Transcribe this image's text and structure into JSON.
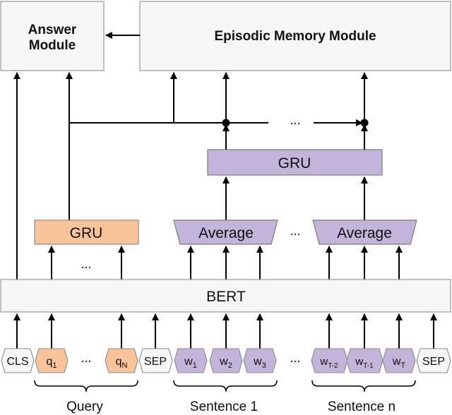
{
  "modules": {
    "answer_line1": "Answer",
    "answer_line2": "Module",
    "episodic": "Episodic Memory Module",
    "gru_top": "GRU",
    "gru_query": "GRU",
    "average_1": "Average",
    "average_n": "Average",
    "bert": "BERT"
  },
  "ellipsis": "...",
  "tokens": {
    "cls": "CLS",
    "sep_1": "SEP",
    "sep_2": "SEP",
    "q": "q",
    "q1_sub": "1",
    "qN_sub": "N",
    "w": "w",
    "w1_sub": "1",
    "w2_sub": "2",
    "w3_sub": "3",
    "wT2_sub": "T-2",
    "wT1_sub": "T-1",
    "wT_sub": "T"
  },
  "groups": {
    "query": "Query",
    "sentence_1": "Sentence 1",
    "sentence_n": "Sentence n"
  },
  "colors": {
    "query_fill": "#f9c49a",
    "sentence_fill": "#c3b5d9",
    "box_fill": "#f7f7f7"
  }
}
